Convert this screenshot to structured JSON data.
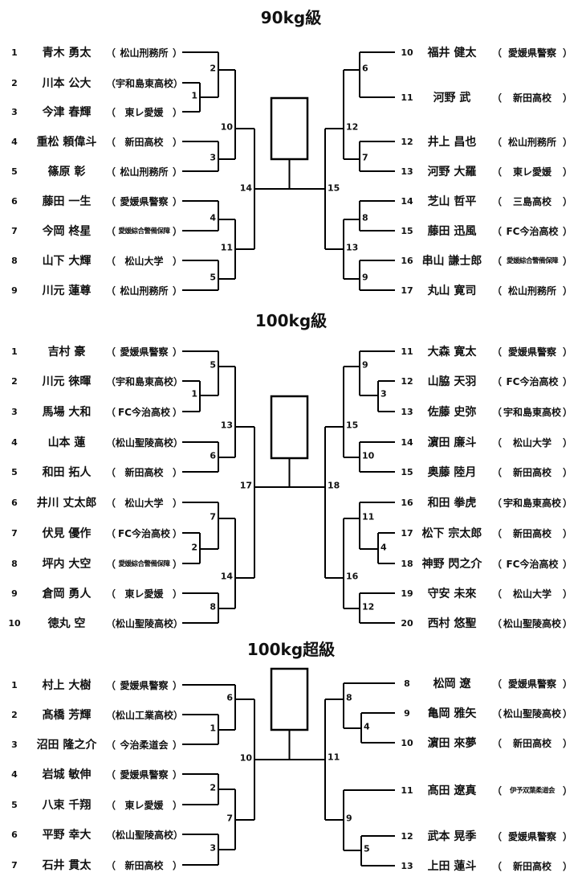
{
  "punctuation": {
    "open_paren": "（",
    "close_paren": "）"
  },
  "brackets": [
    {
      "title": "90kg級",
      "left_players": [
        {
          "seed": "1",
          "name": "青木 勇太",
          "affiliation": "松山刑務所"
        },
        {
          "seed": "2",
          "name": "川本 公大",
          "affiliation": "宇和島東高校"
        },
        {
          "seed": "3",
          "name": "今津 春輝",
          "affiliation": "東レ愛媛"
        },
        {
          "seed": "4",
          "name": "重松 頼偉斗",
          "affiliation": "新田高校"
        },
        {
          "seed": "5",
          "name": "篠原 彰",
          "affiliation": "松山刑務所"
        },
        {
          "seed": "6",
          "name": "藤田 一生",
          "affiliation": "愛媛県警察"
        },
        {
          "seed": "7",
          "name": "今岡 柊星",
          "affiliation": "愛媛綜合警備保障"
        },
        {
          "seed": "8",
          "name": "山下 大輝",
          "affiliation": "松山大学"
        },
        {
          "seed": "9",
          "name": "川元 蓮尊",
          "affiliation": "松山刑務所"
        }
      ],
      "right_players": [
        {
          "seed": "10",
          "name": "福井 健太",
          "affiliation": "愛媛県警察"
        },
        {
          "seed": "11",
          "name": "河野 武",
          "affiliation": "新田高校"
        },
        {
          "seed": "12",
          "name": "井上 昌也",
          "affiliation": "松山刑務所"
        },
        {
          "seed": "13",
          "name": "河野 大羅",
          "affiliation": "東レ愛媛"
        },
        {
          "seed": "14",
          "name": "芝山 哲平",
          "affiliation": "三島高校"
        },
        {
          "seed": "15",
          "name": "藤田 迅風",
          "affiliation": "FC今治高校"
        },
        {
          "seed": "16",
          "name": "串山 謙士郎",
          "affiliation": "愛媛綜合警備保障"
        },
        {
          "seed": "17",
          "name": "丸山 寛司",
          "affiliation": "松山刑務所"
        }
      ],
      "labels": [
        "1",
        "2",
        "3",
        "4",
        "5",
        "10",
        "11",
        "14",
        "6",
        "7",
        "8",
        "9",
        "12",
        "13",
        "15"
      ]
    },
    {
      "title": "100kg級",
      "left_players": [
        {
          "seed": "1",
          "name": "吉村 豪",
          "affiliation": "愛媛県警察"
        },
        {
          "seed": "2",
          "name": "川元 徠暉",
          "affiliation": "宇和島東高校"
        },
        {
          "seed": "3",
          "name": "馬場 大和",
          "affiliation": "FC今治高校"
        },
        {
          "seed": "4",
          "name": "山本 蓮",
          "affiliation": "松山聖陵高校"
        },
        {
          "seed": "5",
          "name": "和田 拓人",
          "affiliation": "新田高校"
        },
        {
          "seed": "6",
          "name": "井川 丈太郎",
          "affiliation": "松山大学"
        },
        {
          "seed": "7",
          "name": "伏見 優作",
          "affiliation": "FC今治高校"
        },
        {
          "seed": "8",
          "name": "坪内 大空",
          "affiliation": "愛媛綜合警備保障"
        },
        {
          "seed": "9",
          "name": "倉岡 勇人",
          "affiliation": "東レ愛媛"
        },
        {
          "seed": "10",
          "name": "徳丸 空",
          "affiliation": "松山聖陵高校"
        }
      ],
      "right_players": [
        {
          "seed": "11",
          "name": "大森 寛太",
          "affiliation": "愛媛県警察"
        },
        {
          "seed": "12",
          "name": "山脇 天羽",
          "affiliation": "FC今治高校"
        },
        {
          "seed": "13",
          "name": "佐藤 史弥",
          "affiliation": "宇和島東高校"
        },
        {
          "seed": "14",
          "name": "濵田 廉斗",
          "affiliation": "松山大学"
        },
        {
          "seed": "15",
          "name": "奥藤 陸月",
          "affiliation": "新田高校"
        },
        {
          "seed": "16",
          "name": "和田 拳虎",
          "affiliation": "宇和島東高校"
        },
        {
          "seed": "17",
          "name": "松下 宗太郎",
          "affiliation": "新田高校"
        },
        {
          "seed": "18",
          "name": "神野 閃之介",
          "affiliation": "FC今治高校"
        },
        {
          "seed": "19",
          "name": "守安 未來",
          "affiliation": "松山大学"
        },
        {
          "seed": "20",
          "name": "西村 悠聖",
          "affiliation": "松山聖陵高校"
        }
      ],
      "labels": [
        "1",
        "5",
        "6",
        "2",
        "7",
        "8",
        "13",
        "14",
        "17",
        "3",
        "9",
        "10",
        "4",
        "11",
        "12",
        "15",
        "16",
        "18"
      ]
    },
    {
      "title": "100kg超級",
      "left_players": [
        {
          "seed": "1",
          "name": "村上 大樹",
          "affiliation": "愛媛県警察"
        },
        {
          "seed": "2",
          "name": "髙橋 芳輝",
          "affiliation": "松山工業高校"
        },
        {
          "seed": "3",
          "name": "沼田 隆之介",
          "affiliation": "今治柔道会"
        },
        {
          "seed": "4",
          "name": "岩城 敏伸",
          "affiliation": "愛媛県警察"
        },
        {
          "seed": "5",
          "name": "八束 千翔",
          "affiliation": "東レ愛媛"
        },
        {
          "seed": "6",
          "name": "平野 幸大",
          "affiliation": "松山聖陵高校"
        },
        {
          "seed": "7",
          "name": "石井 貫太",
          "affiliation": "新田高校"
        }
      ],
      "right_players": [
        {
          "seed": "8",
          "name": "松岡 遼",
          "affiliation": "愛媛県警察"
        },
        {
          "seed": "9",
          "name": "亀岡 雅矢",
          "affiliation": "松山聖陵高校"
        },
        {
          "seed": "10",
          "name": "濵田 來夢",
          "affiliation": "新田高校"
        },
        {
          "seed": "11",
          "name": "髙田 遼真",
          "affiliation": "伊予双葉柔道会"
        },
        {
          "seed": "12",
          "name": "武本 晃季",
          "affiliation": "愛媛県警察"
        },
        {
          "seed": "13",
          "name": "上田 蓮斗",
          "affiliation": "新田高校"
        }
      ],
      "labels": [
        "1",
        "6",
        "2",
        "3",
        "7",
        "10",
        "4",
        "8",
        "5",
        "9",
        "11"
      ]
    }
  ]
}
